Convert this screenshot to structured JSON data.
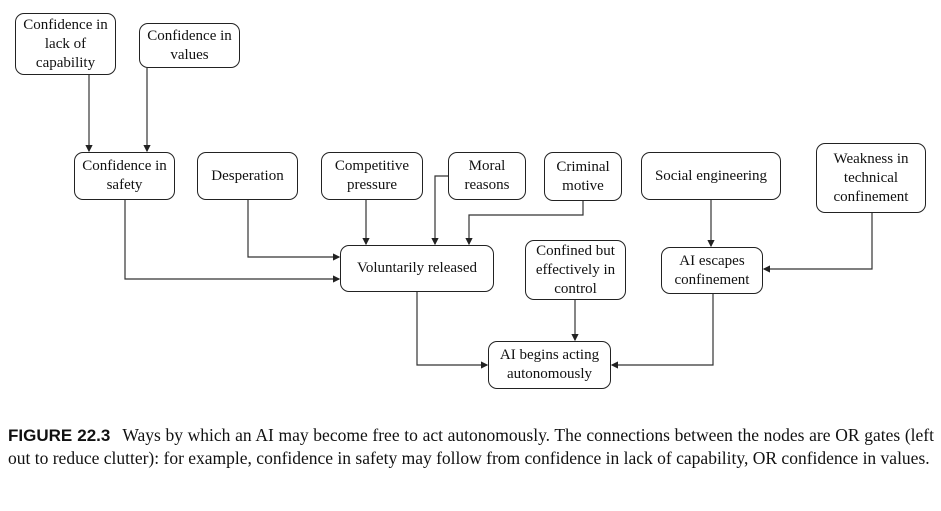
{
  "nodes": {
    "lack_capability": "Confidence in\nlack of\ncapability",
    "values": "Confidence in\nvalues",
    "safety": "Confidence in\nsafety",
    "desperation": "Desperation",
    "competitive": "Competitive\npressure",
    "moral": "Moral\nreasons",
    "criminal": "Criminal\nmotive",
    "social": "Social engineering",
    "weakness": "Weakness in\ntechnical\nconfinement",
    "released": "Voluntarily released",
    "confined": "Confined but\neffectively in\ncontrol",
    "escapes": "AI escapes\nconfinement",
    "autonomous": "AI begins acting\nautonomously"
  },
  "caption": {
    "label": "FIGURE 22.3",
    "text": "Ways by which an AI may become free to act autonomously. The connections between the nodes are OR gates (left out to reduce clutter): for example, confidence in safety may follow from confidence in lack of capability, OR confidence in values."
  }
}
